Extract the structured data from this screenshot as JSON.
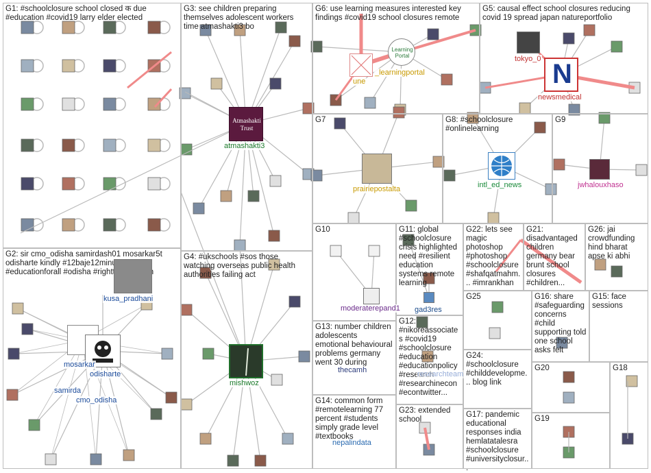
{
  "colors": {
    "edge": "#b9b9b9",
    "edge_strong": "#f08a8a",
    "box_border": "#bdbdbd"
  },
  "groups": [
    {
      "id": "G1",
      "label": "G1: #schoolclosure school closed क due #education #covid19 larry elder elected"
    },
    {
      "id": "G2",
      "label": "G2: sir cmo_odisha samirdash01 mosarkar5t odisharte kindly #12baje12minute #educationforall #odisha #righttoeducation"
    },
    {
      "id": "G3",
      "label": "G3: see children preparing themselves adolescent workers time atmashakti3 bo"
    },
    {
      "id": "G4",
      "label": "G4: #ukschools #sos those watching overseas public health authorities failing act"
    },
    {
      "id": "G5",
      "label": "G5: causal effect school closures reducing covid 19 spread japan natureportfolio"
    },
    {
      "id": "G6",
      "label": "G6: use learning measures interested key findings #covid19 school closures remote"
    },
    {
      "id": "G7",
      "label": "G7"
    },
    {
      "id": "G8",
      "label": "G8: #schoolclosure #onlinelearning"
    },
    {
      "id": "G9",
      "label": "G9"
    },
    {
      "id": "G10",
      "label": "G10"
    },
    {
      "id": "G11",
      "label": "G11: global #schoolclosure crisis highlighted need #resilient education systems remote learning"
    },
    {
      "id": "G12",
      "label": "G12: #nikoreassociates #covid19 #schoolclosure #education #educationpolicy #research #researchinecon #econtwitter..."
    },
    {
      "id": "G13",
      "label": "G13: number children adolescents emotional behavioural problems germany went 30 during"
    },
    {
      "id": "G14",
      "label": "G14: common form #remotelearning 77 percent #students simply grade level #textbooks"
    },
    {
      "id": "G15",
      "label": "G15: face sessions"
    },
    {
      "id": "G16",
      "label": "G16: share #safeguarding concerns #child supporting told one school asks felt"
    },
    {
      "id": "G17",
      "label": "G17: pandemic educational responses india hemlatatalesra #schoolclosure #universityclosur..."
    },
    {
      "id": "G18",
      "label": "G18"
    },
    {
      "id": "G19",
      "label": "G19"
    },
    {
      "id": "G20",
      "label": "G20"
    },
    {
      "id": "G21",
      "label": "G21: disadvantaged children germany bear brunt school closures #children..."
    },
    {
      "id": "G22",
      "label": "G22: lets see magic photoshop #photoshop #schoolclosure #shafqatmahm... #imrankhan"
    },
    {
      "id": "G23",
      "label": "G23: extended school"
    },
    {
      "id": "G24",
      "label": "G24: #schoolclosure #childdevelopme... blog link"
    },
    {
      "id": "G25",
      "label": "G25"
    },
    {
      "id": "G26",
      "label": "G26: jai crowdfunding hind bharat apse ki abhi"
    }
  ],
  "nodes": {
    "kusa_pradhani": "kusa_pradhani",
    "mosarkar": "mosarkar",
    "odisharte": "odisharte",
    "samirdash": "samirda",
    "cmo_odisha": "cmo_odisha",
    "atmashakti3": "atmashakti3",
    "atmashakti_logo": "Atmashakti Trust",
    "mishwoz": "mishwoz",
    "une": "une",
    "learningportal": "_learningportal",
    "learning_portal_logo": "Learning Portal",
    "tokyo_0": "tokyo_0",
    "newsmedical": "newsmedical",
    "prairiepostalta": "prairiepostalta",
    "intl_ed_news": "intl_ed_news",
    "jwhalouxhaso": "jwhalouxhaso",
    "moderaterepand1": "moderaterepand1",
    "gad3res": "gad3res",
    "thecamh": "thecamh",
    "nepalindata": "nepalindata",
    "rasearchteam": "researchteam"
  },
  "icons": [
    "envelope-placeholder-icon",
    "broken-image-icon",
    "avatar-icon",
    "news-logo-icon"
  ]
}
